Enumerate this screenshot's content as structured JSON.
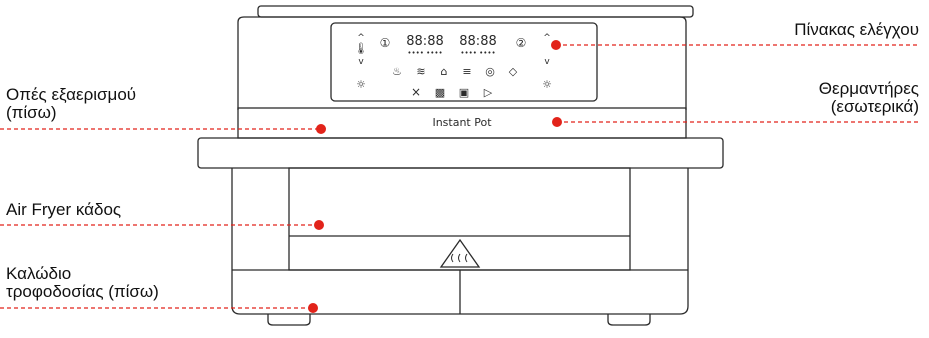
{
  "brand": "Instant Pot",
  "display": {
    "left_digits": "88:88",
    "right_digits": "88:88",
    "zone_left": "①",
    "zone_right": "②"
  },
  "labels": {
    "control_panel": "Πίνακας ελέγχου",
    "vents_line1": "Οπές εξαερισμού",
    "vents_line2": "(πίσω)",
    "heaters_line1": "Θερμαντήρες",
    "heaters_line2": "(εσωτερικά)",
    "basket": "Air Fryer κάδος",
    "cord_line1": "Καλώδιο",
    "cord_line2": "τροφοδοσίας (πίσω)"
  },
  "colors": {
    "callout": "#e2231a",
    "outline": "#2b2b2b",
    "text": "#111111"
  }
}
